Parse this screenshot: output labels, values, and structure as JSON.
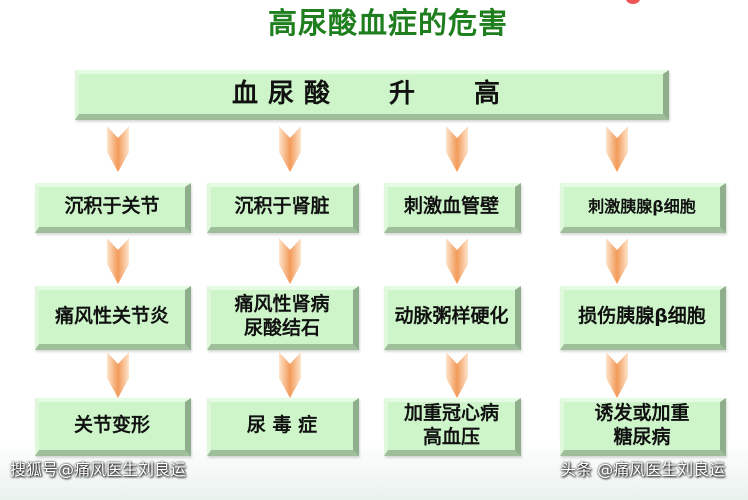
{
  "title": "高尿酸血症的危害",
  "top_box": "血尿酸 升 高",
  "columns": [
    {
      "rows": [
        "沉积于关节",
        "痛风性关节炎",
        "关节变形"
      ]
    },
    {
      "rows": [
        "沉积于肾脏",
        "痛风性肾病\n尿酸结石",
        "尿 毒 症"
      ]
    },
    {
      "rows": [
        "刺激血管壁",
        "动脉粥样硬化",
        "加重冠心病\n高血压"
      ]
    },
    {
      "rows": [
        "刺激胰腺β细胞",
        "损伤胰腺β细胞",
        "诱发或加重\n糖尿病"
      ]
    }
  ],
  "watermark_left": "搜狐号@痛风医生刘良运",
  "watermark_right": "头条 @痛风医生刘良运",
  "colors": {
    "title": "#1f7f1f",
    "box": "#cdf5c9",
    "arrow": "#f4a46a"
  }
}
